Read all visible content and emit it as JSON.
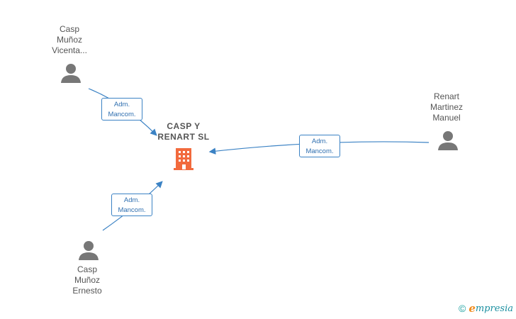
{
  "company": {
    "name_line1": "CASP Y",
    "name_line2": "RENART  SL"
  },
  "persons": [
    {
      "line1": "Casp",
      "line2": "Muñoz",
      "line3": "Vicenta..."
    },
    {
      "line1": "Renart",
      "line2": "Martinez",
      "line3": "Manuel"
    },
    {
      "line1": "Casp",
      "line2": "Muñoz",
      "line3": "Ernesto"
    }
  ],
  "roles": [
    {
      "line1": "Adm.",
      "line2": "Mancom."
    },
    {
      "line1": "Adm.",
      "line2": "Mancom."
    },
    {
      "line1": "Adm.",
      "line2": "Mancom."
    }
  ],
  "brand": {
    "copyright": "©",
    "e": "e",
    "name": "mpresia"
  },
  "colors": {
    "edge": "#3b82c4",
    "person_icon": "#777777",
    "company_icon": "#f26a3d"
  }
}
